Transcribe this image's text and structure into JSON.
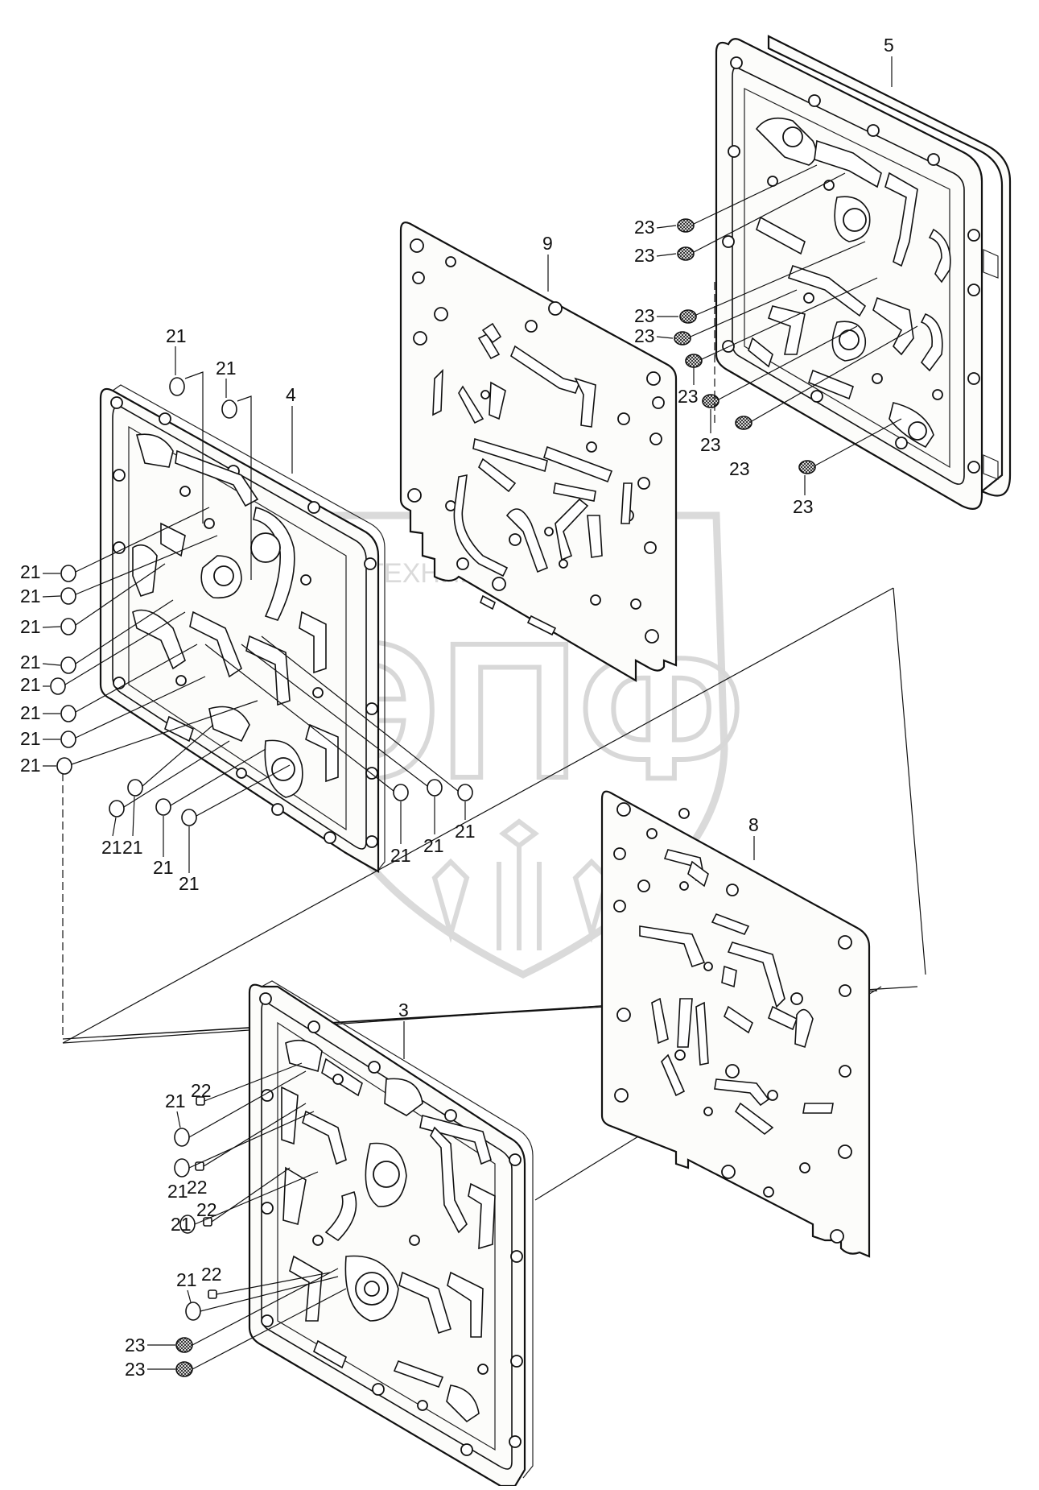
{
  "watermark": {
    "company_line": "ТЕХНИКА ⚙ ЗАПЧАСТИ",
    "logo_letters": "ЭПФ",
    "colors": {
      "watermark": "#c9c9c9"
    }
  },
  "callouts": {
    "item_3": "3",
    "item_4": "4",
    "item_5": "5",
    "item_8": "8",
    "item_9": "9",
    "item_21": "21",
    "item_22": "22",
    "item_23": "23"
  },
  "colors": {
    "line": "#111111",
    "paper": "#ffffff"
  }
}
